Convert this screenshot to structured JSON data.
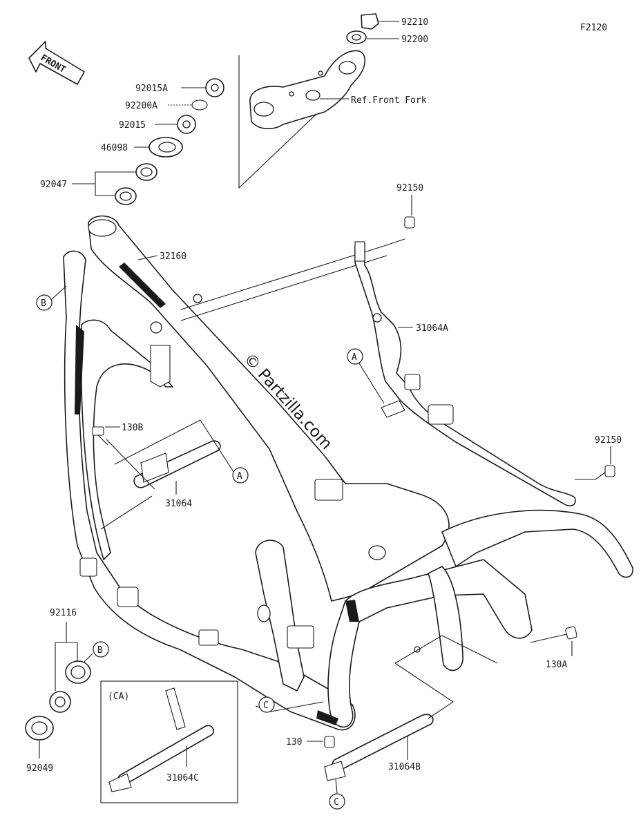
{
  "figure_code": "F2120",
  "front_arrow": "FRONT",
  "watermark": "© Partzilla.com",
  "callout_letters": {
    "a": "A",
    "b": "B",
    "c": "C"
  },
  "cal_box_label": "(CA)",
  "parts": {
    "p92210": "92210",
    "p92200": "92200",
    "ref_front_fork": "Ref.Front Fork",
    "p92015A": "92015A",
    "p92200A": "92200A",
    "p92015": "92015",
    "p46098": "46098",
    "p92047": "92047",
    "p32160": "32160",
    "p92150_top": "92150",
    "p31064A": "31064A",
    "p130B": "130B",
    "p31064": "31064",
    "p92150_right": "92150",
    "p130A": "130A",
    "p92116": "92116",
    "p92049": "92049",
    "p31064C": "31064C",
    "p130": "130",
    "p31064B": "31064B"
  }
}
